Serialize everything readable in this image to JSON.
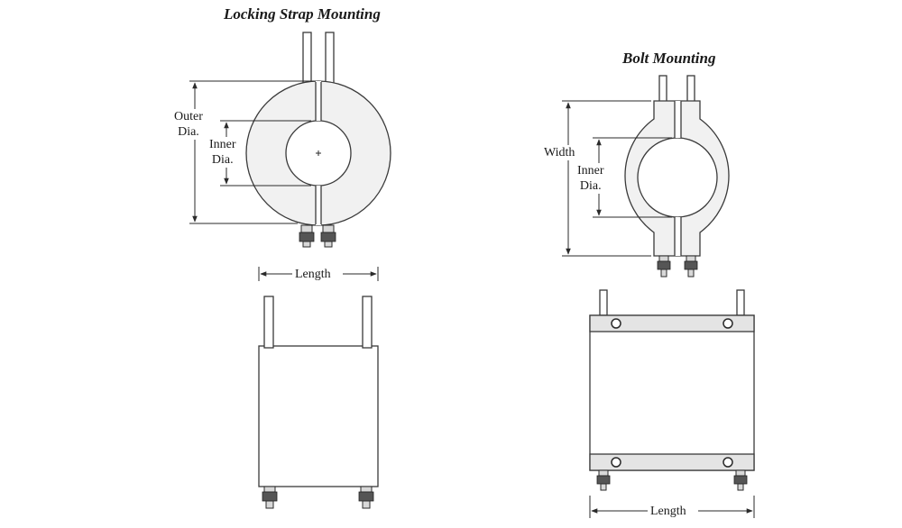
{
  "titles": {
    "left": "Locking Strap Mounting",
    "right": "Bolt Mounting"
  },
  "labels": {
    "outer": [
      "Outer",
      "Dia."
    ],
    "inner": [
      "Inner",
      "Dia."
    ],
    "length": "Length",
    "width": "Width",
    "inner_right": [
      "Inner",
      "Dia."
    ],
    "length_right": "Length"
  }
}
